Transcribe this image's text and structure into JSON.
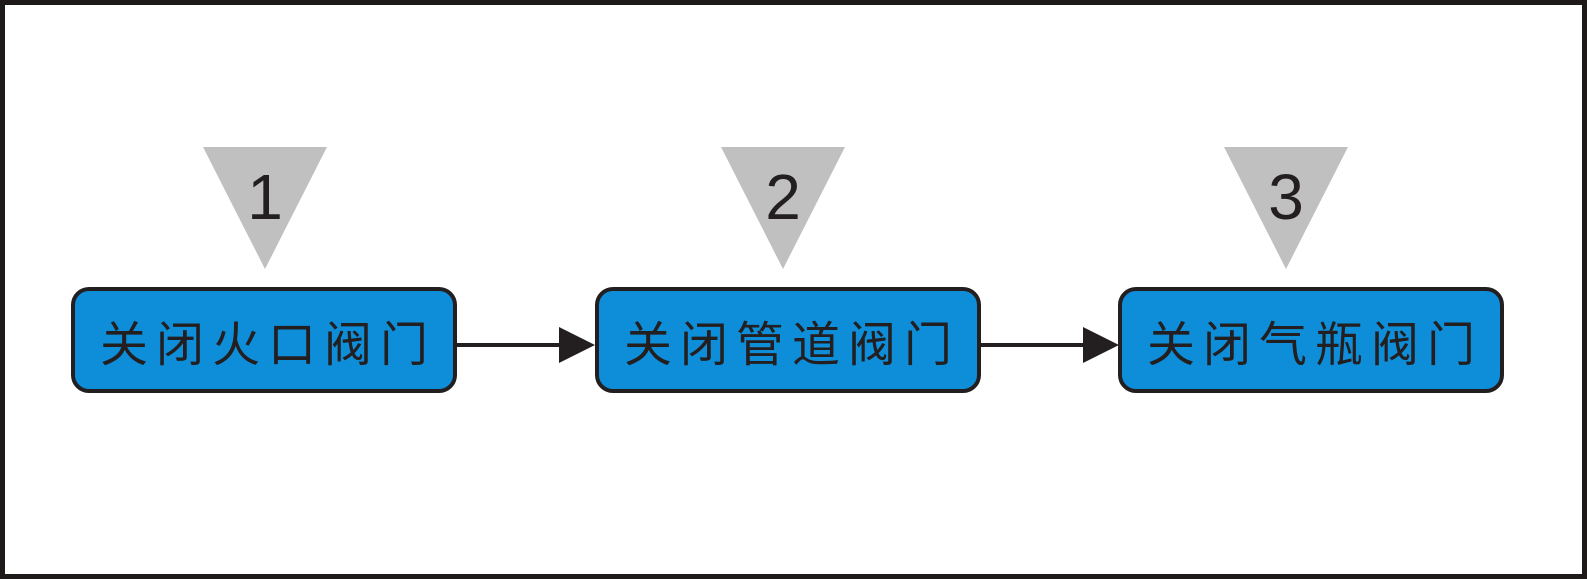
{
  "diagram": {
    "steps": [
      {
        "number": "1",
        "label": "关闭火口阀门"
      },
      {
        "number": "2",
        "label": "关闭管道阀门"
      },
      {
        "number": "3",
        "label": "关闭气瓶阀门"
      }
    ],
    "colors": {
      "box_fill": "#0e8ed8",
      "box_border": "#231f20",
      "marker_fill": "#c0c0c0",
      "text": "#231f20",
      "frame": "#1e1a1a",
      "arrow": "#231f20"
    }
  }
}
